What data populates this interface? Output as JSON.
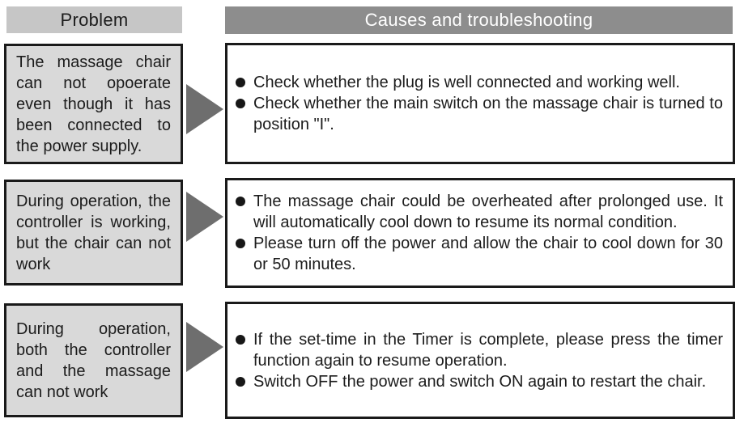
{
  "header": {
    "problem_label": "Problem",
    "causes_label": "Causes and troubleshooting"
  },
  "colors": {
    "problem_header_bg": "#c6c6c6",
    "causes_header_bg": "#8d8d8d",
    "problem_box_bg": "#d9d9d9",
    "box_border": "#1a1a1a",
    "arrow": "#6e6e6e",
    "bullet": "#171717"
  },
  "rows": [
    {
      "problem": "The massage chair can not opoerate even though it has been connected to the power supply.",
      "causes": [
        "Check whether the plug is well connected and working well.",
        "Check whether the main switch on the massage chair is turned to position \"I\"."
      ]
    },
    {
      "problem": "During operation, the controller is working, but the chair can not work",
      "causes": [
        "The massage chair could be overheated after prolonged use. It will automatically cool down to resume its normal condition.",
        "Please turn off the power and allow the chair to cool down for 30 or 50 minutes."
      ]
    },
    {
      "problem": "During operation, both the controller and the massage can not work",
      "causes": [
        "If the set-time in the Timer is complete, please press the timer function again to resume operation.",
        "Switch OFF the power and switch ON again to restart the chair."
      ]
    }
  ]
}
